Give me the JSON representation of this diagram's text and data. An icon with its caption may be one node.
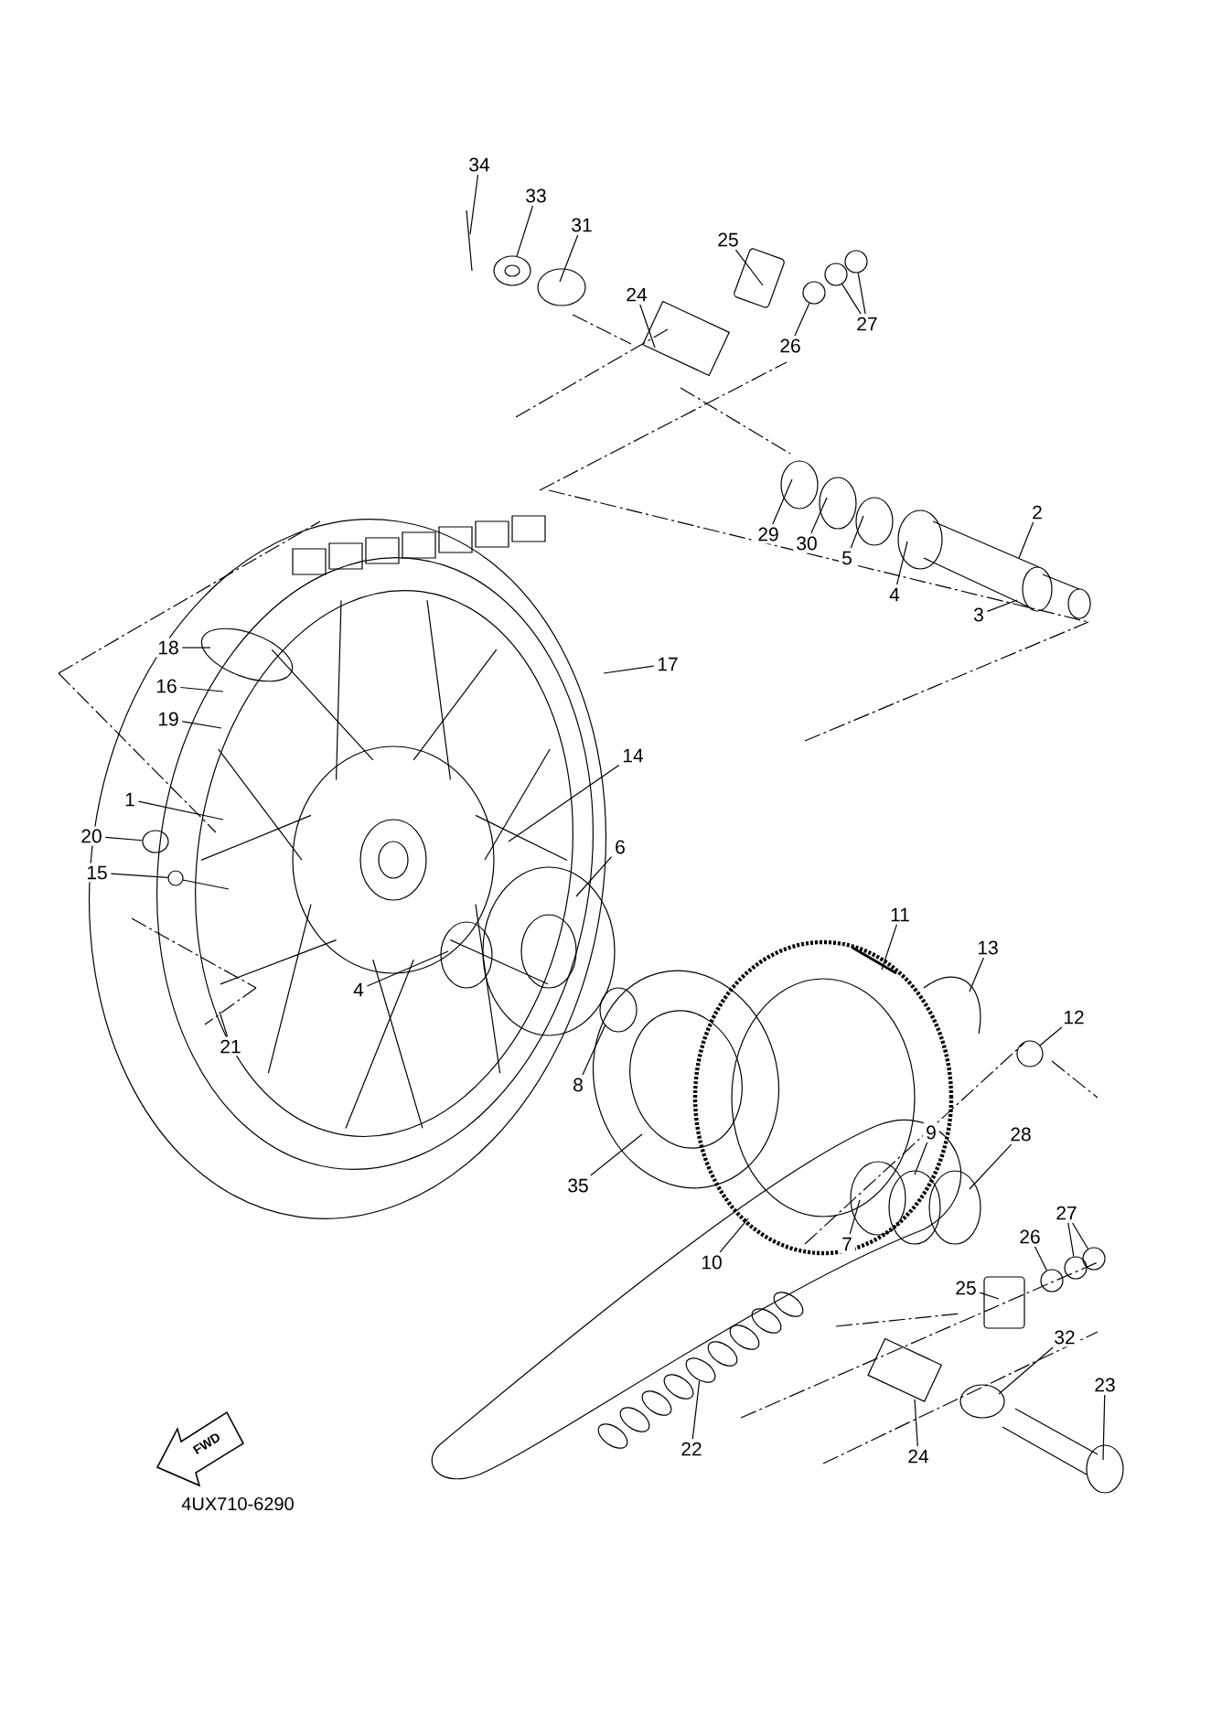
{
  "diagram": {
    "nodes": [
      {
        "text": [
          "34"
        ]
      },
      {
        "text": [
          "33"
        ]
      },
      {
        "text": [
          "31"
        ]
      },
      {
        "text": [
          "25"
        ]
      },
      {
        "text": [
          "24"
        ]
      },
      {
        "text": [
          "26"
        ]
      },
      {
        "text": [
          "27"
        ]
      },
      {
        "text": [
          "29"
        ]
      },
      {
        "text": [
          "30"
        ]
      },
      {
        "text": [
          "5"
        ]
      },
      {
        "text": [
          "4"
        ]
      },
      {
        "text": [
          "2"
        ]
      },
      {
        "text": [
          "3"
        ]
      },
      {
        "text": [
          "18"
        ]
      },
      {
        "text": [
          "16"
        ]
      },
      {
        "text": [
          "19"
        ]
      },
      {
        "text": [
          "17"
        ]
      },
      {
        "text": [
          "14"
        ]
      },
      {
        "text": [
          "1"
        ]
      },
      {
        "text": [
          "20"
        ]
      },
      {
        "text": [
          "15"
        ]
      },
      {
        "text": [
          "6"
        ]
      },
      {
        "text": [
          "4"
        ]
      },
      {
        "text": [
          "21"
        ]
      },
      {
        "text": [
          "11"
        ]
      },
      {
        "text": [
          "13"
        ]
      },
      {
        "text": [
          "12"
        ]
      },
      {
        "text": [
          "8"
        ]
      },
      {
        "text": [
          "35"
        ]
      },
      {
        "text": [
          "9"
        ]
      },
      {
        "text": [
          "28"
        ]
      },
      {
        "text": [
          "7"
        ]
      },
      {
        "text": [
          "10"
        ]
      },
      {
        "text": [
          "26"
        ]
      },
      {
        "text": [
          "27"
        ]
      },
      {
        "text": [
          "25"
        ]
      },
      {
        "text": [
          "32"
        ]
      },
      {
        "text": [
          "22"
        ]
      },
      {
        "text": [
          "24"
        ]
      },
      {
        "text": [
          "23"
        ]
      },
      {
        "text": [],
        "shape": "circle"
      },
      {
        "text": [],
        "shape": "circle"
      },
      {
        "text": [],
        "shape": "circle"
      },
      {
        "text": [],
        "shape": "circle"
      },
      {
        "text": [],
        "shape": "circle"
      },
      {
        "text": [],
        "shape": "circle"
      },
      {
        "text": [],
        "shape": "circle"
      },
      {
        "text": [],
        "shape": "circle"
      },
      {
        "text": [],
        "shape": "circle"
      },
      {
        "text": [],
        "shape": "circle"
      },
      {
        "text": [],
        "shape": "circle"
      }
    ],
    "edges": [
      {
        "from": 0,
        "to": null,
        "arrow": "none"
      },
      {
        "from": 1,
        "to": 40,
        "arrow": "none"
      },
      {
        "from": 2,
        "to": null,
        "arrow": "none"
      },
      {
        "from": 3,
        "to": null,
        "arrow": "none"
      },
      {
        "from": 4,
        "to": null,
        "arrow": "none"
      },
      {
        "from": 5,
        "to": 41,
        "arrow": "none"
      },
      {
        "from": 6,
        "to": 42,
        "arrow": "none"
      },
      {
        "from": 6,
        "to": 43,
        "arrow": "none"
      },
      {
        "from": 7,
        "to": null,
        "arrow": "none"
      },
      {
        "from": 8,
        "to": null,
        "arrow": "none"
      },
      {
        "from": 9,
        "to": null,
        "arrow": "none"
      },
      {
        "from": 10,
        "to": null,
        "arrow": "none"
      },
      {
        "from": 11,
        "to": null,
        "arrow": "none"
      },
      {
        "from": 12,
        "to": null,
        "arrow": "none"
      },
      {
        "from": 13,
        "to": null,
        "arrow": "none"
      },
      {
        "from": 14,
        "to": null,
        "arrow": "none"
      },
      {
        "from": 15,
        "to": null,
        "arrow": "none"
      },
      {
        "from": 16,
        "to": null,
        "arrow": "none"
      },
      {
        "from": 17,
        "to": null,
        "arrow": "none"
      },
      {
        "from": 18,
        "to": null,
        "arrow": "none"
      },
      {
        "from": 19,
        "to": 44,
        "arrow": "none"
      },
      {
        "from": 20,
        "to": 45,
        "arrow": "none"
      },
      {
        "from": 21,
        "to": null,
        "arrow": "none"
      },
      {
        "from": 22,
        "to": null,
        "arrow": "none"
      },
      {
        "from": 23,
        "to": null,
        "arrow": "none"
      },
      {
        "from": 24,
        "to": null,
        "arrow": "none"
      },
      {
        "from": 25,
        "to": null,
        "arrow": "none"
      },
      {
        "from": 26,
        "to": 46,
        "arrow": "none"
      },
      {
        "from": 27,
        "to": null,
        "arrow": "none"
      },
      {
        "from": 28,
        "to": null,
        "arrow": "none"
      },
      {
        "from": 29,
        "to": null,
        "arrow": "none"
      },
      {
        "from": 30,
        "to": null,
        "arrow": "none"
      },
      {
        "from": 31,
        "to": null,
        "arrow": "none"
      },
      {
        "from": 32,
        "to": null,
        "arrow": "none"
      },
      {
        "from": 33,
        "to": 47,
        "arrow": "none"
      },
      {
        "from": 34,
        "to": 48,
        "arrow": "none"
      },
      {
        "from": 34,
        "to": 49,
        "arrow": "none"
      },
      {
        "from": 35,
        "to": null,
        "arrow": "none"
      },
      {
        "from": 36,
        "to": null,
        "arrow": "none"
      },
      {
        "from": 37,
        "to": 50,
        "arrow": "none"
      },
      {
        "from": 38,
        "to": null,
        "arrow": "none"
      },
      {
        "from": 39,
        "to": null,
        "arrow": "none"
      }
    ],
    "labels": [
      "FWD",
      "4UX710-6290"
    ]
  }
}
